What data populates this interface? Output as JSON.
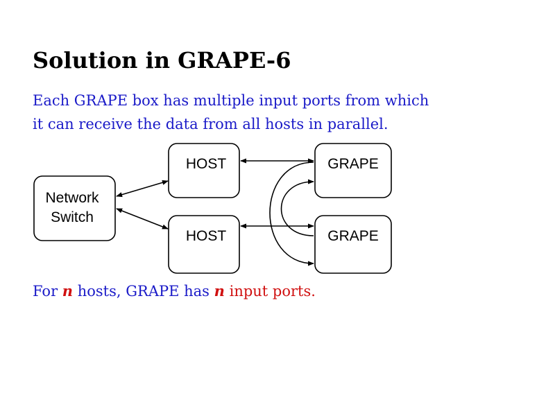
{
  "title": "Solution in GRAPE-6",
  "intro": {
    "line1": "Each GRAPE box has multiple input ports from which",
    "line2": "it can receive the data from all hosts in parallel."
  },
  "diagram": {
    "switch": {
      "line1": "Network",
      "line2": "Switch"
    },
    "host_top": "HOST",
    "host_bottom": "HOST",
    "grape_top": "GRAPE",
    "grape_bottom": "GRAPE"
  },
  "footer": {
    "part1": "For ",
    "var1": "n",
    "part2": " hosts, GRAPE has ",
    "var2": "n",
    "part3": " input ports."
  },
  "colors": {
    "title": "#000000",
    "blue_text": "#1a1ac8",
    "red_text": "#d01010",
    "box_stroke": "#000000"
  }
}
